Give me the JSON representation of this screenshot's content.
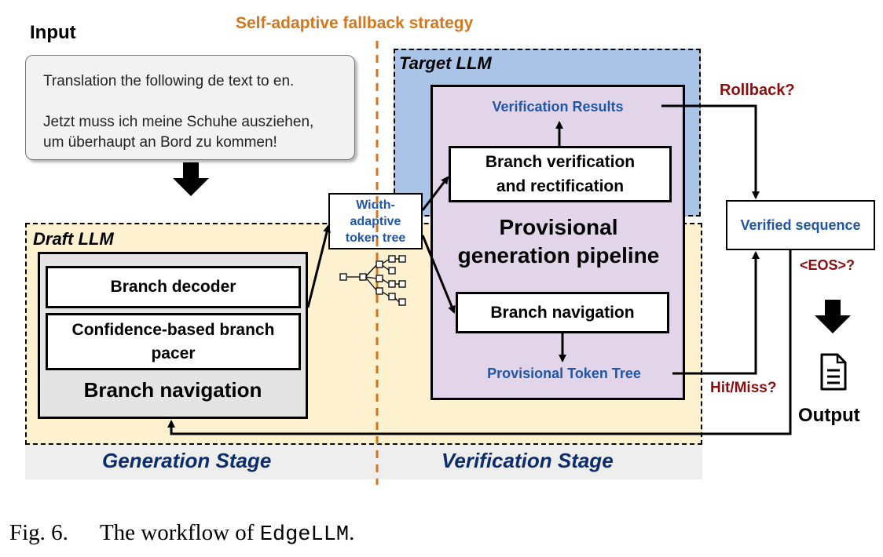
{
  "strategy_title": "Self-adaptive fallback strategy",
  "input": {
    "label": "Input",
    "line1": "Translation the following de text to en.",
    "line2": "Jetzt muss ich meine Schuhe ausziehen,",
    "line3": "um überhaupt an Bord zu kommen!"
  },
  "draft": {
    "label": "Draft LLM",
    "branch_decoder": "Branch decoder",
    "pacer_line1": "Confidence-based branch",
    "pacer_line2": "pacer",
    "navigation": "Branch navigation"
  },
  "token_tree": {
    "line1": "Width-",
    "line2": "adaptive",
    "line3": "token tree"
  },
  "target": {
    "label": "Target LLM",
    "verification_results": "Verification Results",
    "verify_line1": "Branch verification",
    "verify_line2": "and rectification",
    "pipeline_line1": "Provisional",
    "pipeline_line2": "generation pipeline",
    "branch_navigation": "Branch navigation",
    "provisional_tree": "Provisional Token Tree"
  },
  "right": {
    "rollback": "Rollback?",
    "verified_sequence": "Verified sequence",
    "eos": "<EOS>?",
    "hit_miss": "Hit/Miss?",
    "output": "Output"
  },
  "stages": {
    "generation": "Generation Stage",
    "verification": "Verification Stage"
  },
  "caption": {
    "prefix": "Fig. 6.",
    "text": "The workflow of",
    "code": "EdgeLLM",
    "suffix": "."
  },
  "colors": {
    "draft_bg": "#fdf1cf",
    "target_bg": "#a9c4e6",
    "pipeline_bg": "#e2d5ea",
    "stage_bar": "#eeeeee",
    "orange": "#d4761c",
    "navy": "#0c2d6b",
    "blue": "#1f56a6",
    "red": "#8b0e0e"
  }
}
